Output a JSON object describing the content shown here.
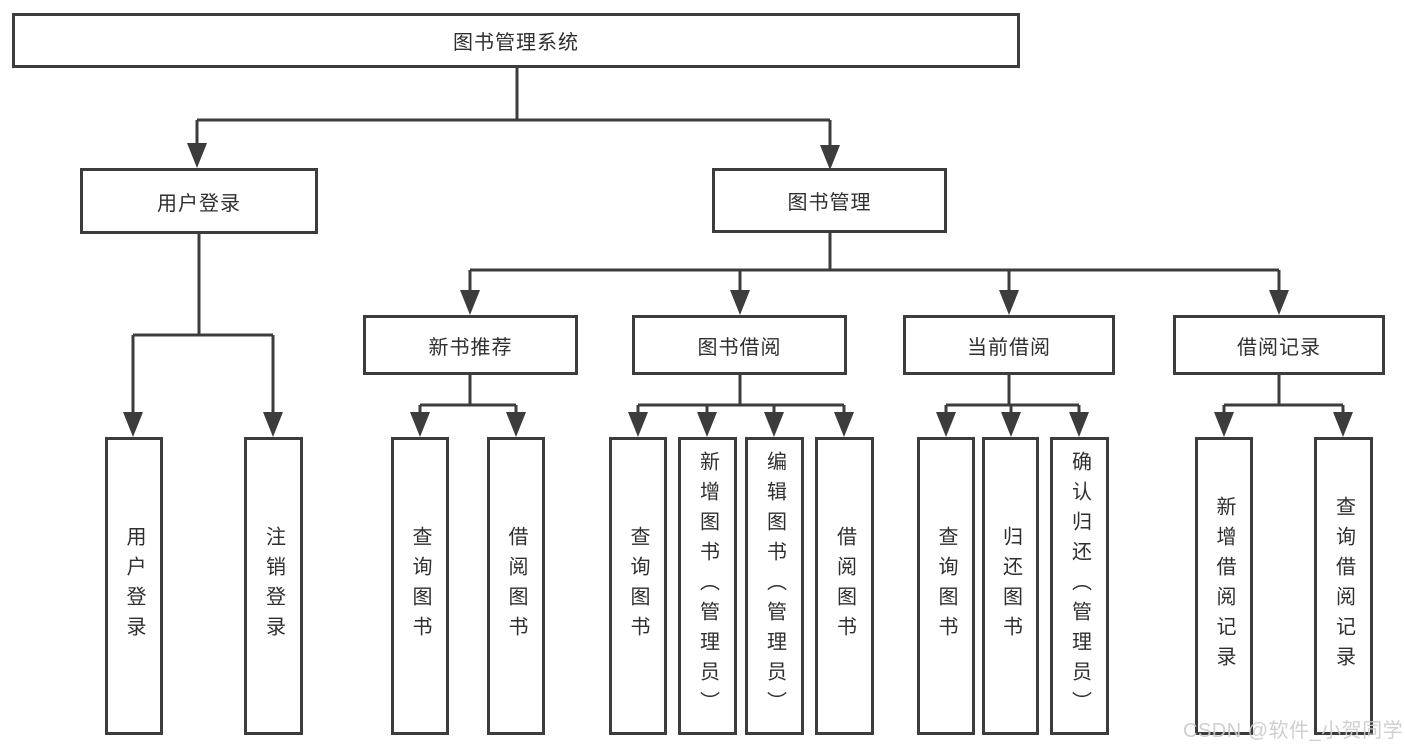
{
  "tree": {
    "label": "图书管理系统",
    "children": [
      {
        "label": "用户登录",
        "children": [
          {
            "label": "用户登录"
          },
          {
            "label": "注销登录"
          }
        ]
      },
      {
        "label": "图书管理",
        "children": [
          {
            "label": "新书推荐",
            "children": [
              {
                "label": "查询图书"
              },
              {
                "label": "借阅图书"
              }
            ]
          },
          {
            "label": "图书借阅",
            "children": [
              {
                "label": "查询图书"
              },
              {
                "label": "新增图书（管理员）"
              },
              {
                "label": "编辑图书（管理员）"
              },
              {
                "label": "借阅图书"
              }
            ]
          },
          {
            "label": "当前借阅",
            "children": [
              {
                "label": "查询图书"
              },
              {
                "label": "归还图书"
              },
              {
                "label": "确认归还（管理员）"
              }
            ]
          },
          {
            "label": "借阅记录",
            "children": [
              {
                "label": "新增借阅记录"
              },
              {
                "label": "查询借阅记录"
              }
            ]
          }
        ]
      }
    ]
  },
  "watermark": {
    "text": "CSDN @软件_小贺同学"
  },
  "colors": {
    "line": "#3c3c3c",
    "text": "#2f2f2f",
    "box_background": "#ffffff",
    "page_background": "#ffffff",
    "watermark": "#cbcbcb"
  }
}
